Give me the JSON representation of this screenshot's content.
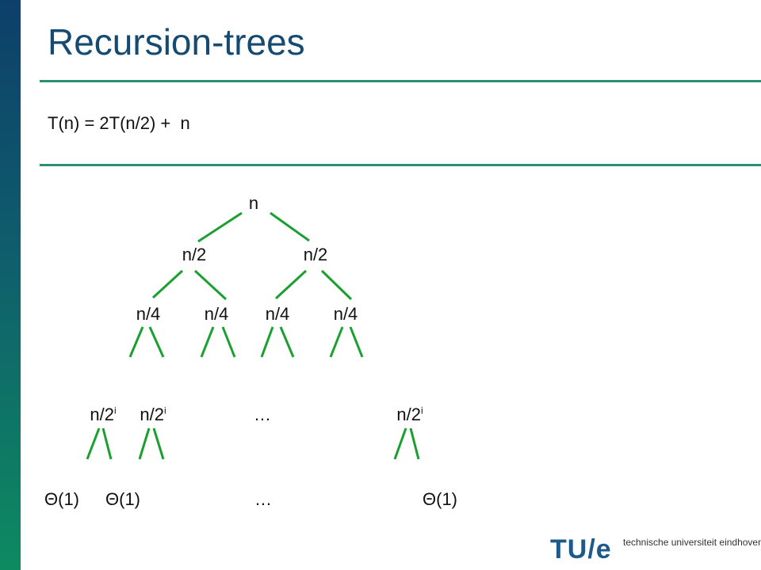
{
  "slide": {
    "title": "Recursion-trees",
    "equation": "T(n) = 2T(n/2) +  n"
  },
  "tree": {
    "root": "n",
    "level1": [
      "n/2",
      "n/2"
    ],
    "level2": [
      "n/4",
      "n/4",
      "n/4",
      "n/4"
    ],
    "level_i": {
      "base": "n/2",
      "superscript": "i",
      "ellipsis": "…"
    },
    "leaves": [
      "Θ(1)",
      "Θ(1)",
      "…",
      "Θ(1)"
    ],
    "edge_color": "#1aa030"
  },
  "logo": {
    "mark": "TU/e",
    "text": "technische universiteit eindhoven",
    "color": "#1b5b8c"
  }
}
